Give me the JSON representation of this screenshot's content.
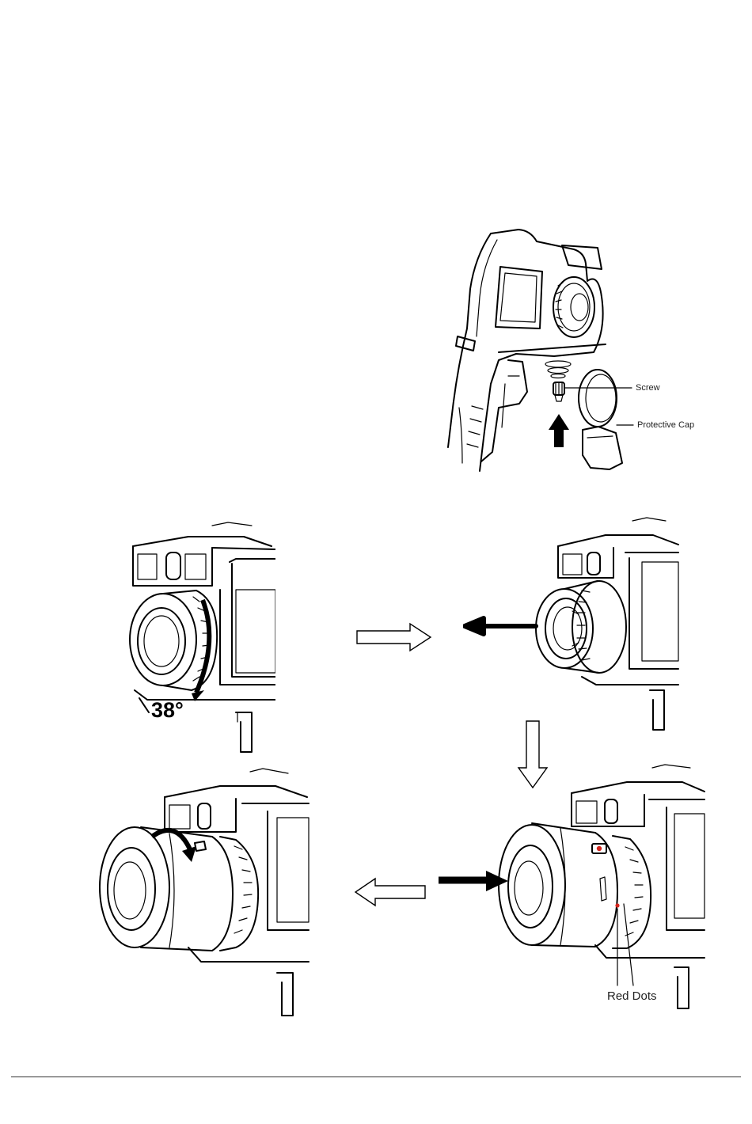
{
  "figure_top": {
    "callouts": {
      "screw": "Screw",
      "protective_cap": "Protective Cap"
    }
  },
  "step1": {
    "angle_label": "38°"
  },
  "step4": {
    "red_dots_label": "Red Dots",
    "accent_color": "#d2241c"
  },
  "flow_arrows": [
    "right-hollow-arrow",
    "down-hollow-arrow",
    "left-hollow-arrow"
  ]
}
